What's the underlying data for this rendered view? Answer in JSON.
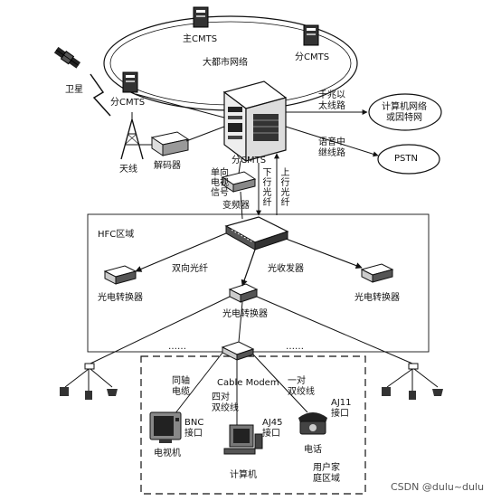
{
  "labels": {
    "main_cmts": "主CMTS",
    "metro_net": "大都市网络",
    "sub_cmts_right": "分CMTS",
    "sub_cmts_left": "分CMTS",
    "sub_cmts_center": "分CMTS",
    "satellite": "卫星",
    "antenna": "天线",
    "decoder": "解码器",
    "gigabit_line": "千兆以\n太线路",
    "internet": "计算机网络\n或因特网",
    "voice_trunk": "语音中\n继线路",
    "pstn": "PSTN",
    "single_tv_signal": "单向电视信号",
    "downstream_fiber": "下行光纤",
    "upstream_fiber": "上行光纤",
    "frequency_converter": "变频器",
    "hfc_area": "HFC区域",
    "bidirectional_fiber": "双向光纤",
    "optical_transceiver": "光收发器",
    "oe_converter_left": "光电转换器",
    "oe_converter_right": "光电转换器",
    "oe_converter_center": "光电转换器",
    "dots_left": "……",
    "dots_right": "……",
    "coax_cable": "同轴\n电缆",
    "cable_modem": "Cable Modem",
    "twisted_pair_1": "一对\n双绞线",
    "twisted_pair_4": "四对\n双绞线",
    "bnc_port": "BNC\n接口",
    "aj11_port": "AJ11\n接口",
    "aj45_port": "AJ45\n接口",
    "tv_set": "电视机",
    "computer": "计算机",
    "phone": "电话",
    "home_area": "用户家\n庭区域",
    "watermark": "CSDN @dulu~dulu"
  },
  "icons": [
    "satellite-icon",
    "lightning-icon",
    "antenna-icon",
    "decoder-icon",
    "server-icon",
    "cmts-tower-icon",
    "cloud-icon",
    "switch-icon",
    "converter-icon",
    "tv-icon",
    "computer-icon",
    "phone-icon"
  ]
}
